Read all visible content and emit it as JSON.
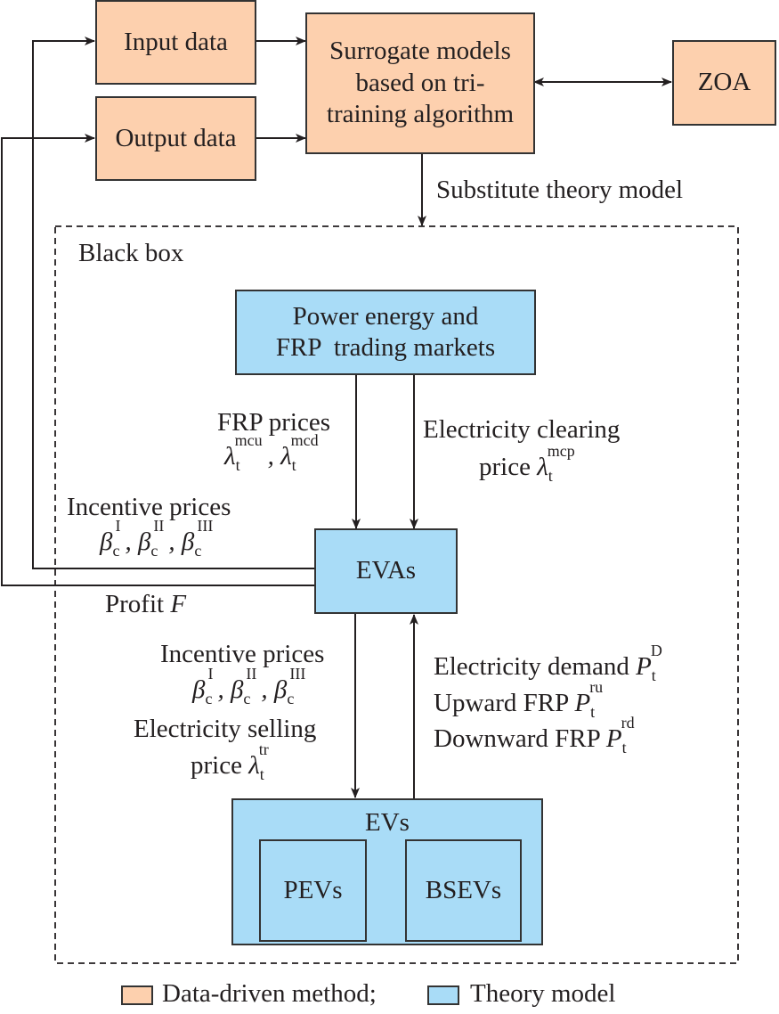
{
  "diagram": {
    "data_driven": {
      "input_data": "Input data",
      "output_data": "Output data",
      "surrogate_models": [
        "Surrogate models",
        "based on tri-",
        "training algorithm"
      ],
      "zoa": "ZOA"
    },
    "substitute_label": "Substitute theory model",
    "black_box_label": "Black box",
    "theory": {
      "markets": [
        "Power energy and",
        "FRP  trading markets"
      ],
      "evas": "EVAs",
      "evs": "EVs",
      "pevs": "PEVs",
      "bsevs": "BSEVs"
    },
    "edges": {
      "frp_prices": "FRP prices",
      "frp_prices_symbols": "λ_t^mcu, λ_t^mcd",
      "clearing_price_line1": "Electricity clearing",
      "clearing_price_line2": "price",
      "clearing_price_symbol": "λ_t^mcp",
      "incentive_prices_upper": "Incentive prices",
      "incentive_symbols": "β_c^I, β_c^II, β_c^III",
      "profit": "Profit",
      "profit_symbol": "F",
      "incentive_prices_lower": "Incentive prices",
      "selling_price_line1": "Electricity selling",
      "selling_price_line2": "price",
      "selling_price_symbol": "λ_t^tr",
      "demand": "Electricity demand",
      "demand_symbol": "P_t^D",
      "upward": "Upward FRP",
      "upward_symbol": "P_t^ru",
      "downward": "Downward FRP",
      "downward_symbol": "P_t^rd"
    },
    "legend": {
      "data_driven": "Data-driven method;",
      "theory": "Theory model",
      "data_driven_color": "#fdd0ae",
      "theory_color": "#a9dcf7"
    }
  }
}
